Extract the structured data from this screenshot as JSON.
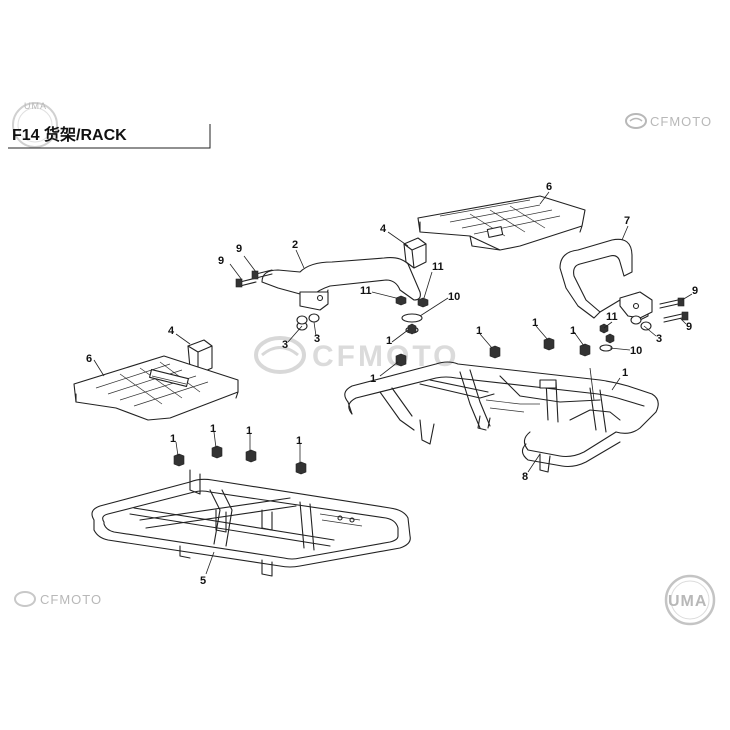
{
  "header": {
    "title": "F14 货架/RACK",
    "brand": "CFMOTO"
  },
  "watermark": {
    "center": "CFMOTO",
    "bottom_left": "CFMOTO",
    "bottom_right": "UMA",
    "top_left": "UMA"
  },
  "callouts": [
    {
      "id": "c-6-right",
      "label": "6"
    },
    {
      "id": "c-4-right",
      "label": "4"
    },
    {
      "id": "c-7",
      "label": "7"
    },
    {
      "id": "c-9a",
      "label": "9"
    },
    {
      "id": "c-9b",
      "label": "9"
    },
    {
      "id": "c-2",
      "label": "2"
    },
    {
      "id": "c-11a",
      "label": "11"
    },
    {
      "id": "c-11b",
      "label": "11"
    },
    {
      "id": "c-10a",
      "label": "10"
    },
    {
      "id": "c-3a",
      "label": "3"
    },
    {
      "id": "c-3b",
      "label": "3"
    },
    {
      "id": "c-1a",
      "label": "1"
    },
    {
      "id": "c-1b",
      "label": "1"
    },
    {
      "id": "c-1c",
      "label": "1"
    },
    {
      "id": "c-1d",
      "label": "1"
    },
    {
      "id": "c-1e",
      "label": "1"
    },
    {
      "id": "c-11c",
      "label": "11"
    },
    {
      "id": "c-10b",
      "label": "10"
    },
    {
      "id": "c-3c",
      "label": "3"
    },
    {
      "id": "c-9c",
      "label": "9"
    },
    {
      "id": "c-9d",
      "label": "9"
    },
    {
      "id": "c-1f",
      "label": "1"
    },
    {
      "id": "c-8",
      "label": "8"
    },
    {
      "id": "c-4-left",
      "label": "4"
    },
    {
      "id": "c-6-left",
      "label": "6"
    },
    {
      "id": "c-1g",
      "label": "1"
    },
    {
      "id": "c-1h",
      "label": "1"
    },
    {
      "id": "c-1i",
      "label": "1"
    },
    {
      "id": "c-1j",
      "label": "1"
    },
    {
      "id": "c-5",
      "label": "5"
    }
  ]
}
